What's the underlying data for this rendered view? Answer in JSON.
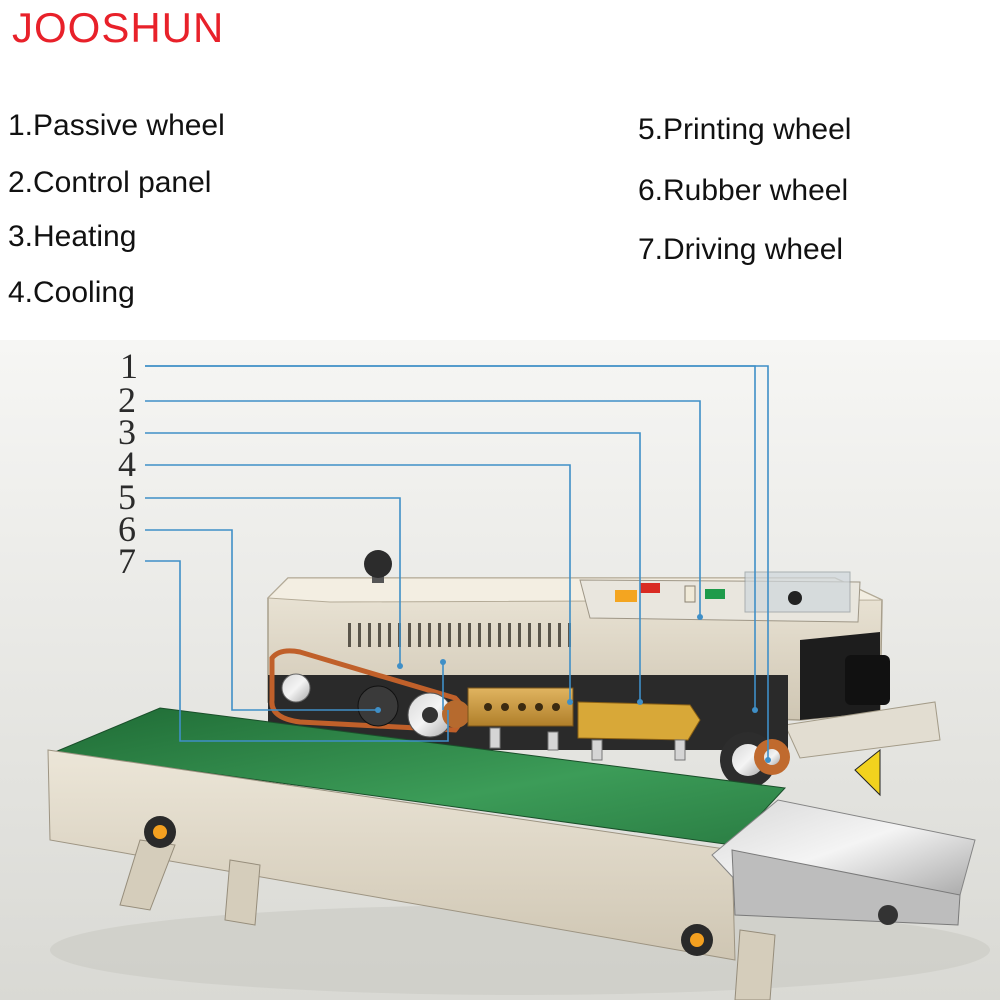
{
  "brand": "JOOSHUN",
  "parts_left": [
    "1.Passive wheel",
    "2.Control panel",
    "3.Heating",
    "4.Cooling"
  ],
  "parts_right": [
    "5.Printing wheel",
    "6.Rubber wheel",
    "7.Driving wheel"
  ],
  "callout_numbers": [
    "1",
    "2",
    "3",
    "4",
    "5",
    "6",
    "7"
  ],
  "colors": {
    "brand_red": "#e8212a",
    "leader_line": "#3f8fc7",
    "machine_body": "#ddd5c4",
    "conveyor_belt": "#2f8a4a",
    "knob": "#f4a020"
  }
}
